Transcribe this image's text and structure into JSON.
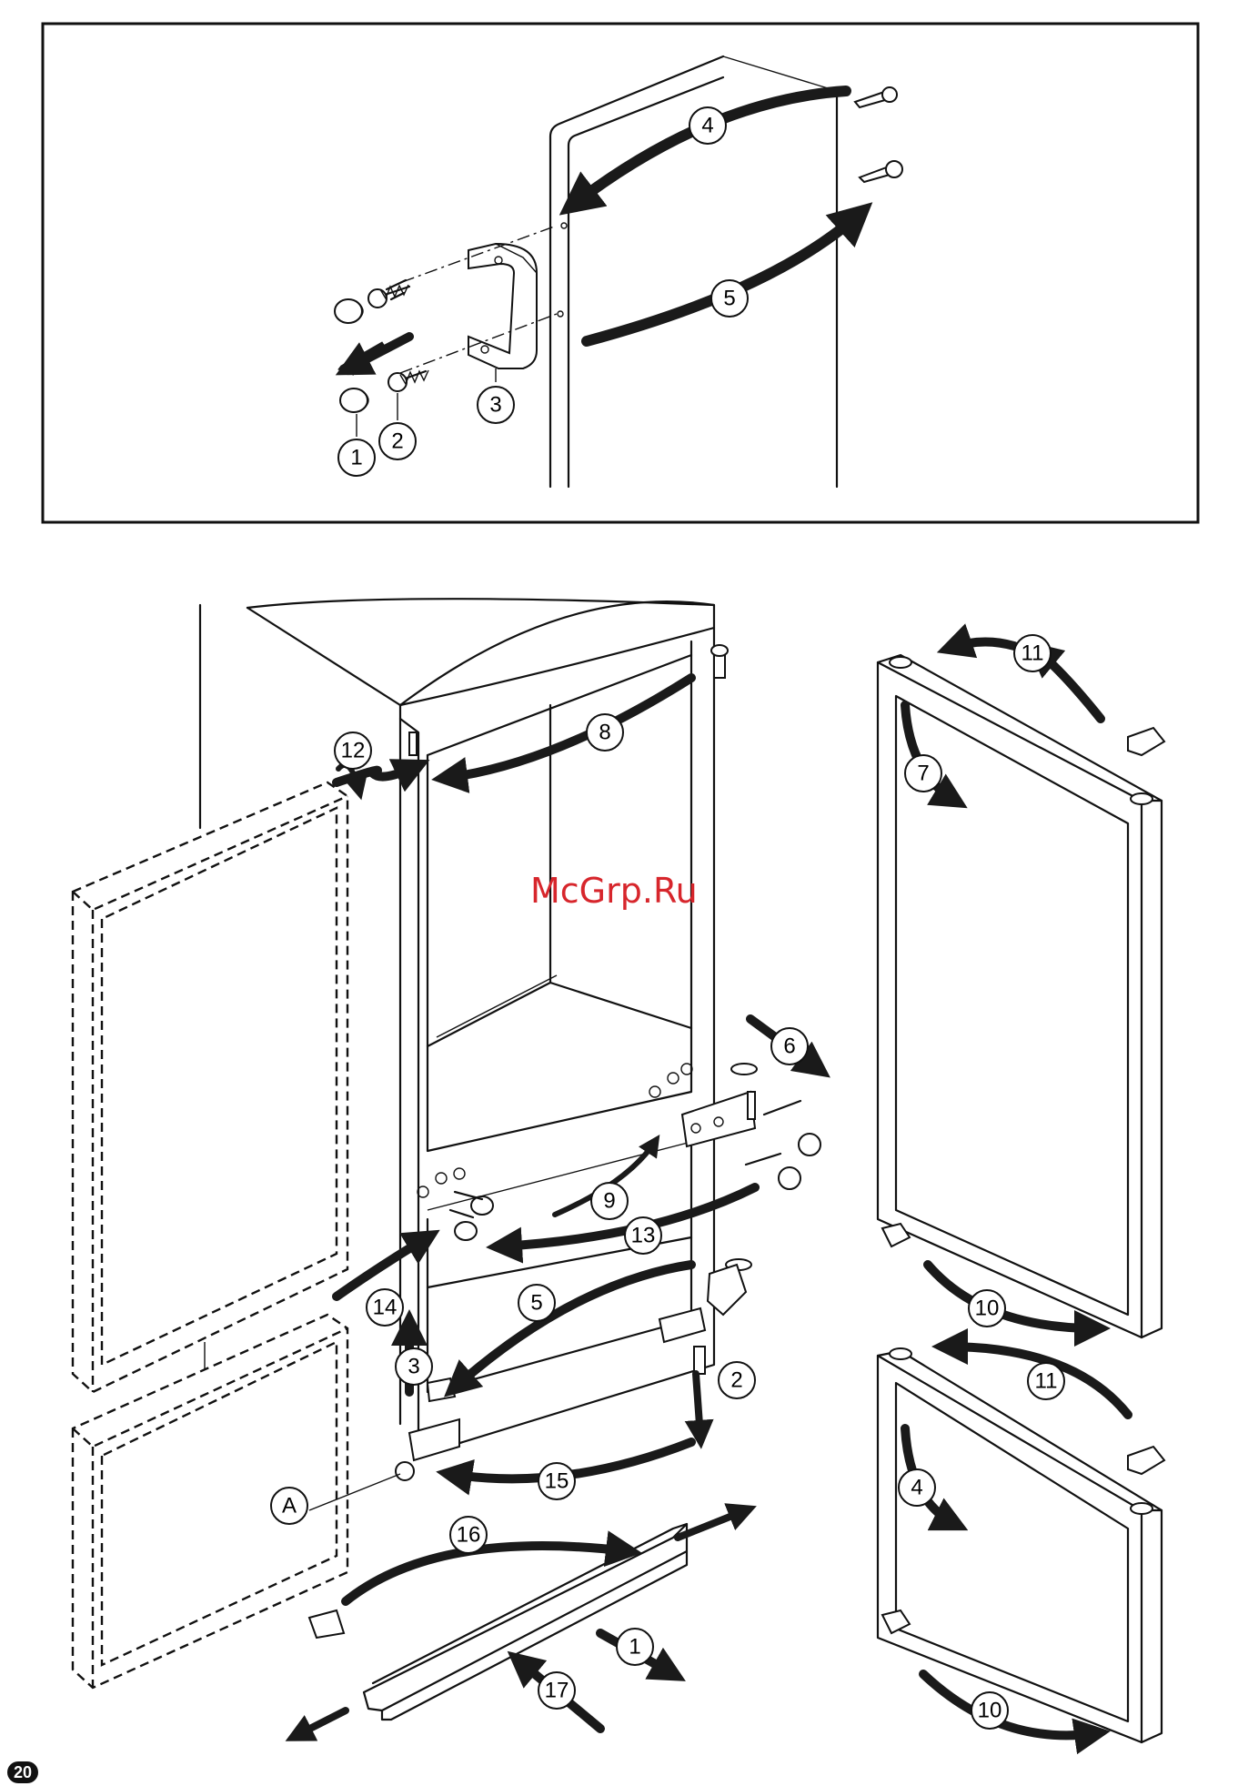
{
  "watermark": "McGrp.Ru",
  "page_number": "20",
  "top_panel": {
    "callouts": [
      "1",
      "2",
      "3",
      "4",
      "5"
    ]
  },
  "main_panel": {
    "callouts": [
      "1",
      "2",
      "3",
      "4",
      "5",
      "6",
      "7",
      "8",
      "9",
      "10",
      "10",
      "11",
      "11",
      "12",
      "13",
      "14",
      "15",
      "16",
      "17"
    ],
    "letter_callout": "A"
  }
}
